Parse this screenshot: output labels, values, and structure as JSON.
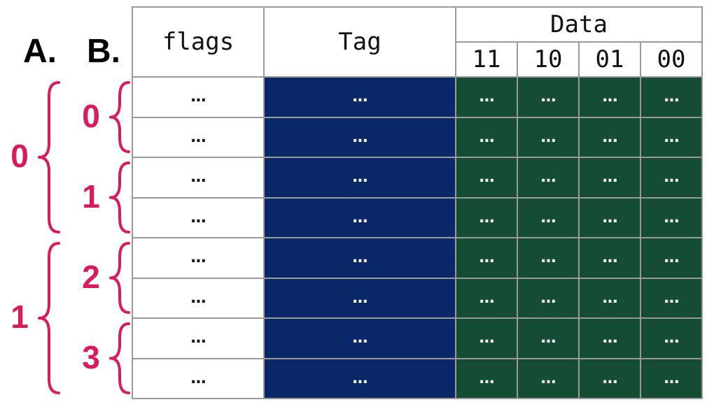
{
  "labels": {
    "a": "A.",
    "b": "B."
  },
  "table": {
    "headers": {
      "flags": "flags",
      "tag": "Tag",
      "data": "Data",
      "data_columns": [
        "11",
        "10",
        "01",
        "00"
      ]
    },
    "cell_text": "...",
    "row_count": 8
  },
  "groups_a": [
    {
      "label": "0",
      "rows": [
        0,
        3
      ]
    },
    {
      "label": "1",
      "rows": [
        4,
        7
      ]
    }
  ],
  "groups_b": [
    {
      "label": "0",
      "rows": [
        0,
        1
      ]
    },
    {
      "label": "1",
      "rows": [
        2,
        3
      ]
    },
    {
      "label": "2",
      "rows": [
        4,
        5
      ]
    },
    {
      "label": "3",
      "rows": [
        6,
        7
      ]
    }
  ],
  "colors": {
    "brace": "#d81b5a",
    "tag_fill": "#0a2868",
    "data_fill": "#144d33",
    "grid": "#9a9a9a"
  }
}
